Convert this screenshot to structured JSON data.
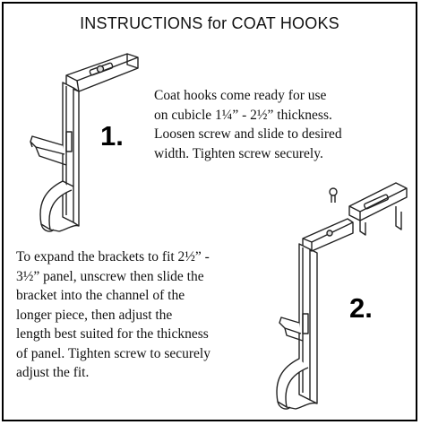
{
  "title": "INSTRUCTIONS for COAT HOOKS",
  "step1": {
    "number": "1.",
    "text": "Coat hooks come ready for use\non cubicle 1¼” - 2½” thickness.\nLoosen screw and slide to desired\nwidth.  Tighten screw securely.",
    "illustration_icon": "coat-hook-bracket"
  },
  "step2": {
    "number": "2.",
    "text": "To expand the brackets to fit 2½” -\n3½” panel, unscrew then slide the\nbracket into the channel of the\nlonger piece, then adjust the\nlength best suited for the thickness\nof panel.  Tighten screw to securely\nadjust the fit.",
    "illustration_icon": "expanded-coat-hook-bracket-with-screw"
  }
}
